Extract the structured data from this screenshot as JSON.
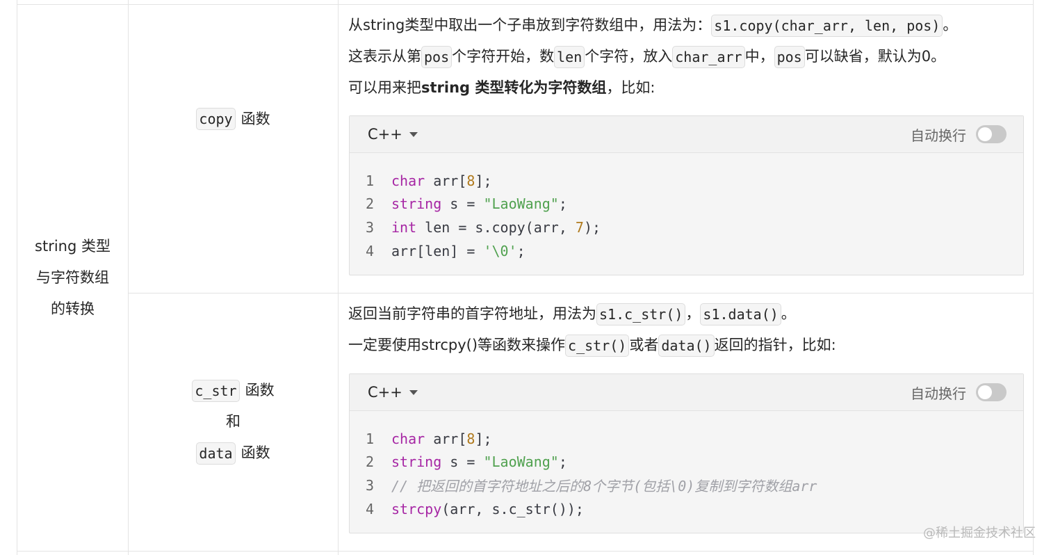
{
  "category": {
    "lines": [
      "string 类型",
      "与字符数组",
      "的转换"
    ]
  },
  "rows": [
    {
      "function_name": {
        "code": "copy",
        "suffix": "函数"
      },
      "description": {
        "p1_prefix": "从string类型中取出一个子串放到字符数组中，用法为：",
        "p1_code": "s1.copy(char_arr, len, pos)",
        "p1_suffix": "。",
        "p2_a": "这表示从第",
        "p2_code1": "pos",
        "p2_b": "个字符开始，数",
        "p2_code2": "len",
        "p2_c": "个字符，放入",
        "p2_code3": "char_arr",
        "p2_d": "中，",
        "p2_code4": "pos",
        "p2_e": "可以缺省，默认为0。",
        "p3_a": "可以用来把",
        "p3_bold": "string 类型转化为字符数组",
        "p3_b": "，比如:"
      },
      "code_block": {
        "language": "C++",
        "wrap_label": "自动换行",
        "wrap_enabled": false,
        "lines": [
          {
            "no": "1",
            "tokens": [
              [
                "kw",
                "char"
              ],
              [
                "pl",
                " arr["
              ],
              [
                "num",
                "8"
              ],
              [
                "pl",
                "];"
              ]
            ]
          },
          {
            "no": "2",
            "tokens": [
              [
                "ty",
                "string"
              ],
              [
                "pl",
                " s = "
              ],
              [
                "str",
                "\"LaoWang\""
              ],
              [
                "pl",
                ";"
              ]
            ]
          },
          {
            "no": "3",
            "tokens": [
              [
                "kw",
                "int"
              ],
              [
                "pl",
                " len = s.copy(arr, "
              ],
              [
                "num",
                "7"
              ],
              [
                "pl",
                ");"
              ]
            ]
          },
          {
            "no": "4",
            "tokens": [
              [
                "pl",
                "arr[len] = "
              ],
              [
                "str",
                "'\\0'"
              ],
              [
                "pl",
                ";"
              ]
            ]
          }
        ]
      }
    },
    {
      "function_name": {
        "code1": "c_str",
        "suffix1": "函数",
        "and": "和",
        "code2": "data",
        "suffix2": "函数"
      },
      "description": {
        "p1_prefix": "返回当前字符串的首字符地址，用法为",
        "p1_code1": "s1.c_str()",
        "p1_sep": "，",
        "p1_code2": "s1.data()",
        "p1_suffix": "。",
        "p2_a": "一定要使用strcpy()等函数来操作",
        "p2_code1": "c_str()",
        "p2_b": "或者",
        "p2_code2": "data()",
        "p2_c": "返回的指针，比如:"
      },
      "code_block": {
        "language": "C++",
        "wrap_label": "自动换行",
        "wrap_enabled": false,
        "lines": [
          {
            "no": "1",
            "tokens": [
              [
                "kw",
                "char"
              ],
              [
                "pl",
                " arr["
              ],
              [
                "num",
                "8"
              ],
              [
                "pl",
                "];"
              ]
            ]
          },
          {
            "no": "2",
            "tokens": [
              [
                "ty",
                "string"
              ],
              [
                "pl",
                " s = "
              ],
              [
                "str",
                "\"LaoWang\""
              ],
              [
                "pl",
                ";"
              ]
            ]
          },
          {
            "no": "3",
            "tokens": [
              [
                "cm",
                "// 把返回的首字符地址之后的8个字节(包括\\0)复制到字符数组arr"
              ]
            ]
          },
          {
            "no": "4",
            "tokens": [
              [
                "fn",
                "strcpy"
              ],
              [
                "pl",
                "(arr, s.c_str());"
              ]
            ]
          }
        ]
      }
    }
  ],
  "watermark": "@稀土掘金技术社区"
}
